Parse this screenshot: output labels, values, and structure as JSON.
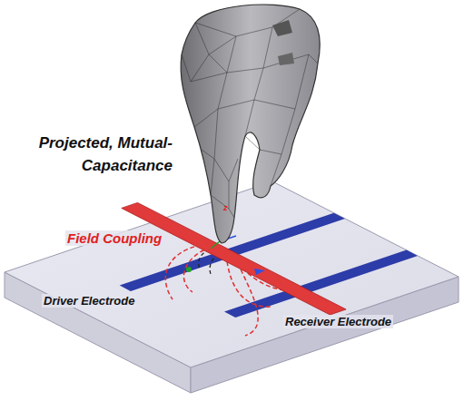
{
  "diagram": {
    "title": "Projected, Mutual-Capacitance",
    "labels": [
      "Field Coupling",
      "Driver Electrode",
      "Receiver Electrode",
      "z"
    ]
  }
}
